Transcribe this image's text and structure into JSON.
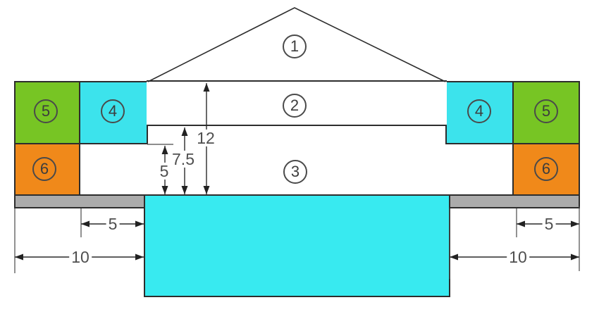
{
  "figure": {
    "description": "cross-section construction diagram with numbered parts and dimensions",
    "part_labels": {
      "part1": "1",
      "part2": "2",
      "part3": "3",
      "part4": "4",
      "part5": "5",
      "part6": "6"
    },
    "dimensions": {
      "height_total": "12",
      "height_mid": "7.5",
      "height_inner": "5",
      "left_inner_offset": "5",
      "left_outer_offset": "10",
      "right_inner_offset": "5",
      "right_outer_offset": "10"
    },
    "colors": {
      "green": "#77c524",
      "cyan": "#3ce3ec",
      "orange": "#f0891a",
      "gray": "#ababab",
      "base_cyan": "#38eaf0",
      "outline": "#2d2d2d",
      "dim_text": "#4f4f4f"
    }
  }
}
